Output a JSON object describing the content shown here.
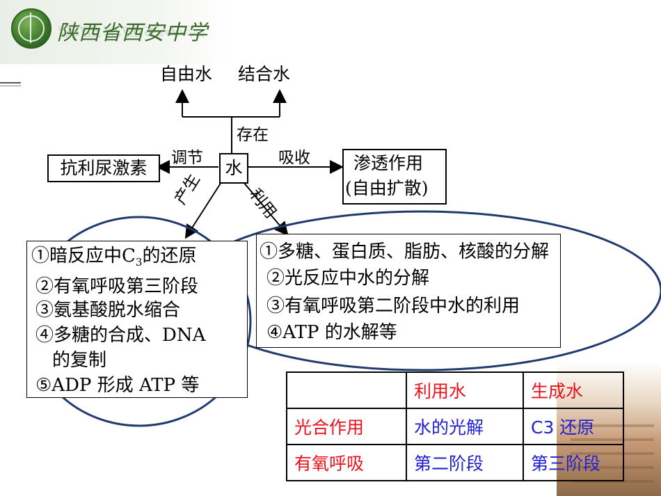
{
  "header": {
    "school_name": "陕西省西安中学"
  },
  "diagram": {
    "center": "水",
    "top_forms": [
      "自由水",
      "结合水"
    ],
    "edge_exist": "存在",
    "edge_regulate": "调节",
    "edge_absorb": "吸收",
    "edge_produce": "产生",
    "edge_use": "利用",
    "left_box": "抗利尿激素",
    "right_box_line1": "渗透作用",
    "right_box_line2": "(自由扩散)",
    "produce_items": [
      "①暗反应中C",
      "3",
      "的还原",
      "②有氧呼吸第三阶段",
      "③氨基酸脱水缩合",
      "④多糖的合成、DNA",
      "的复制",
      "⑤ADP 形成 ATP 等"
    ],
    "use_items": [
      "①多糖、蛋白质、脂肪、核酸的分解",
      "②光反应中水的分解",
      "③有氧呼吸第二阶段中水的利用",
      "④ATP 的水解等"
    ]
  },
  "table": {
    "headers": [
      "",
      "利用水",
      "生成水"
    ],
    "rows": [
      [
        "光合作用",
        "水的光解",
        "C3 还原"
      ],
      [
        "有氧呼吸",
        "第二阶段",
        "第三阶段"
      ]
    ]
  },
  "colors": {
    "red": "#e8101a",
    "blue": "#2020d0",
    "ellipse": "#1f3a6e"
  }
}
